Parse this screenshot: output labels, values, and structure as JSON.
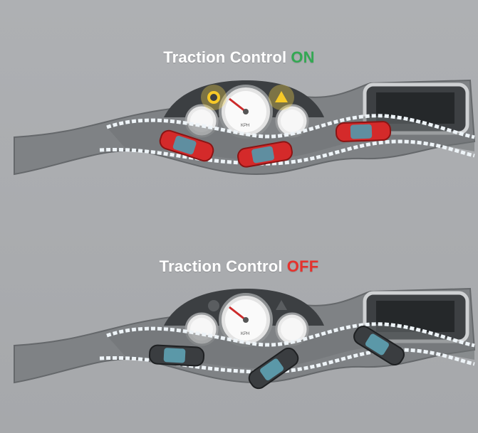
{
  "panels": [
    {
      "title_prefix": "Traction Control",
      "title_state": "ON",
      "state_color": "#34a853",
      "car_color": "#d42a2a",
      "warning_lights_on": true,
      "gauge_label": "KPH"
    },
    {
      "title_prefix": "Traction Control",
      "title_state": "OFF",
      "state_color": "#e5322d",
      "car_color": "#3a3d40",
      "warning_lights_on": false,
      "gauge_label": "KPH"
    }
  ]
}
